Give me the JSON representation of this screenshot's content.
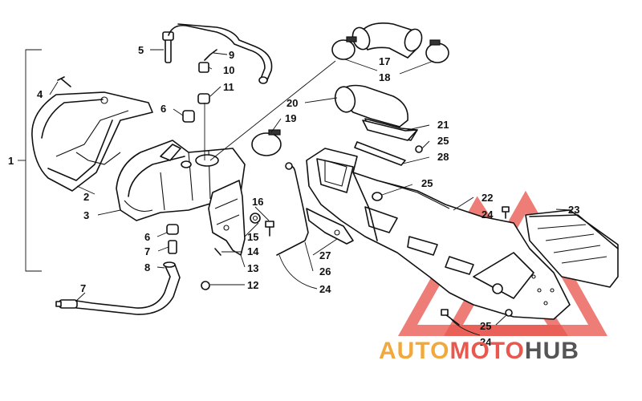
{
  "callouts": {
    "c1": "1",
    "c2": "2",
    "c3": "3",
    "c4": "4",
    "c5": "5",
    "c6a": "6",
    "c6b": "6",
    "c7a": "7",
    "c7b": "7",
    "c8": "8",
    "c9": "9",
    "c10": "10",
    "c11": "11",
    "c12": "12",
    "c13": "13",
    "c14": "14",
    "c15": "15",
    "c16": "16",
    "c17": "17",
    "c18": "18",
    "c19": "19",
    "c20": "20",
    "c21": "21",
    "c22": "22",
    "c23": "23",
    "c24a": "24",
    "c24b": "24",
    "c24c": "24",
    "c25a": "25",
    "c25b": "25",
    "c25c": "25",
    "c26": "26",
    "c27": "27",
    "c28": "28"
  },
  "watermark": {
    "part1": "AUTO",
    "part2": "MOTO",
    "part3": "HUB",
    "color_auto": "#f2a93b",
    "color_moto": "#e8584f",
    "color_hub": "#555555"
  }
}
